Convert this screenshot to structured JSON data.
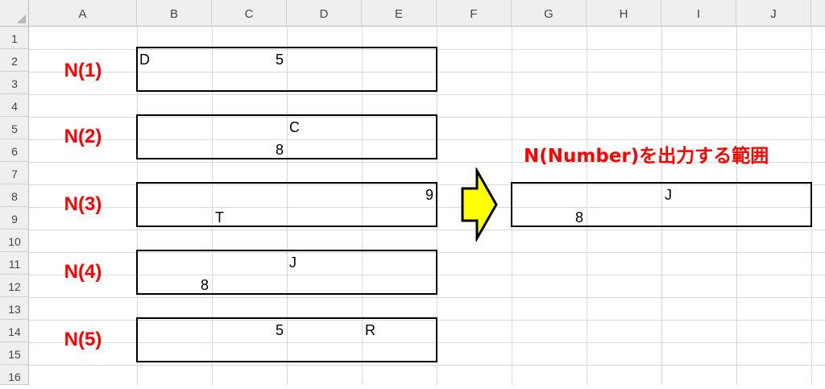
{
  "columns": [
    "A",
    "B",
    "C",
    "D",
    "E",
    "F",
    "G",
    "H",
    "I",
    "J"
  ],
  "rows": [
    "1",
    "2",
    "3",
    "4",
    "5",
    "6",
    "7",
    "8",
    "9",
    "10",
    "11",
    "12",
    "13",
    "14",
    "15",
    "16"
  ],
  "blocks": [
    {
      "label": "N(1)",
      "cells": [
        {
          "text": "D",
          "ref": "B2"
        },
        {
          "text": "5",
          "ref": "C2"
        }
      ]
    },
    {
      "label": "N(2)",
      "cells": [
        {
          "text": "C",
          "ref": "D5"
        },
        {
          "text": "8",
          "ref": "C6"
        }
      ]
    },
    {
      "label": "N(3)",
      "cells": [
        {
          "text": "9",
          "ref": "E8"
        },
        {
          "text": "T",
          "ref": "C9"
        }
      ]
    },
    {
      "label": "N(4)",
      "cells": [
        {
          "text": "J",
          "ref": "D11"
        },
        {
          "text": "8",
          "ref": "B12"
        }
      ]
    },
    {
      "label": "N(5)",
      "cells": [
        {
          "text": "5",
          "ref": "C14"
        },
        {
          "text": "R",
          "ref": "E14"
        }
      ]
    }
  ],
  "output": {
    "title": "N(Number)を出力する範囲",
    "cells": [
      {
        "text": "J",
        "ref": "I8"
      },
      {
        "text": "8",
        "ref": "G9"
      }
    ]
  },
  "colors": {
    "label_red": "#ff0000",
    "arrow_fill": "#ffff00",
    "grid": "#d9d9d9",
    "header_bg": "#efefef"
  },
  "icons": {
    "arrow": "right-arrow-icon"
  }
}
